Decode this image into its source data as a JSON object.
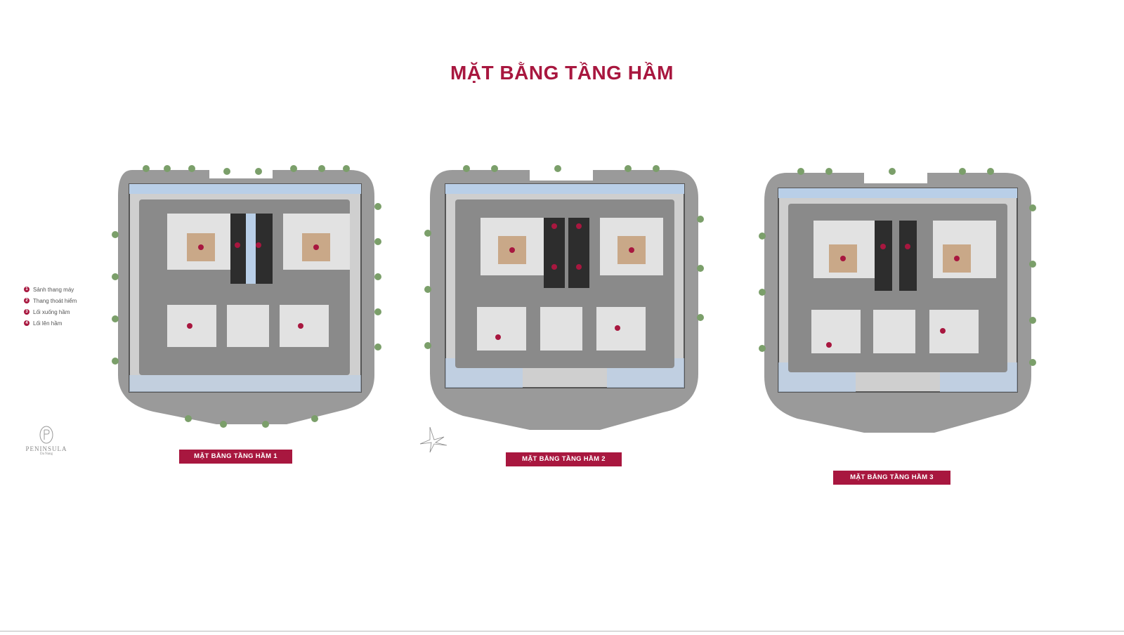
{
  "title": "MẶT BẰNG TẦNG HẦM",
  "legend": [
    {
      "num": "1",
      "label": "Sảnh thang máy"
    },
    {
      "num": "2",
      "label": "Thang thoát hiểm"
    },
    {
      "num": "3",
      "label": "Lối xuống hầm"
    },
    {
      "num": "4",
      "label": "Lối lên hầm"
    }
  ],
  "plans": [
    {
      "caption": "MẶT BẰNG TẦNG HẦM 1"
    },
    {
      "caption": "MẶT BẰNG TẦNG HẦM 2"
    },
    {
      "caption": "MẶT BẰNG TẦNG HẦM 3"
    }
  ],
  "logo": {
    "name": "PENINSULA",
    "sub": "Da Nang"
  },
  "colors": {
    "accent": "#a8173f",
    "road": "#8f8f8f",
    "floor": "#d2d2d2",
    "ramp": "#333333"
  }
}
